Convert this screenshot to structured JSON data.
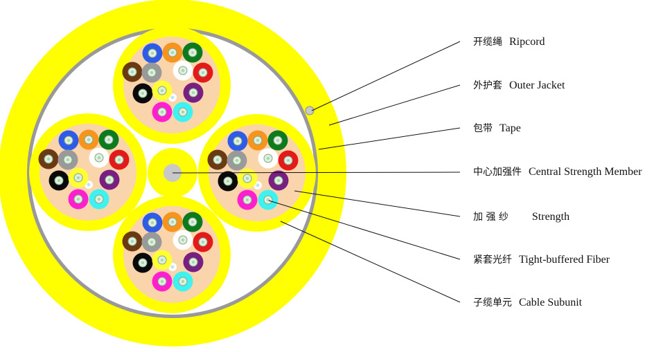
{
  "colors": {
    "jacket": "#ffff00",
    "tape": "#999999",
    "inner_fill": "#ffffff",
    "subunit_jacket": "#ffff00",
    "aramid_fill": "#fad4ab",
    "strength_member": "#c8c8c8",
    "leader_line": "#111111"
  },
  "fiber_colors": [
    {
      "name": "blue",
      "hex": "#2f5ce6"
    },
    {
      "name": "orange",
      "hex": "#f7941d"
    },
    {
      "name": "green",
      "hex": "#0d7a1e"
    },
    {
      "name": "brown",
      "hex": "#6b3a12"
    },
    {
      "name": "slate",
      "hex": "#9a9a9a"
    },
    {
      "name": "white",
      "hex": "#ffffff"
    },
    {
      "name": "red",
      "hex": "#e41a1a"
    },
    {
      "name": "black",
      "hex": "#0a0a0a"
    },
    {
      "name": "yellow",
      "hex": "#ffff33"
    },
    {
      "name": "violet",
      "hex": "#7a1f82"
    },
    {
      "name": "rose",
      "hex": "#ff1fcf"
    },
    {
      "name": "aqua",
      "hex": "#3ff2f2"
    }
  ],
  "labels": {
    "ripcord": {
      "zh": "开缆绳",
      "en": "Ripcord"
    },
    "outer_jacket": {
      "zh": "外护套",
      "en": "Outer Jacket"
    },
    "tape": {
      "zh": "包带",
      "en": "Tape"
    },
    "central_strength_member": {
      "zh": "中心加强件",
      "en": "Central Strength Member"
    },
    "strength": {
      "zh": "加 强 纱",
      "en": "Strength"
    },
    "tight_buffered_fiber": {
      "zh": "紧套光纤",
      "en": "Tight-buffered Fiber"
    },
    "cable_subunit": {
      "zh": "子缆单元",
      "en": "Cable Subunit"
    }
  }
}
